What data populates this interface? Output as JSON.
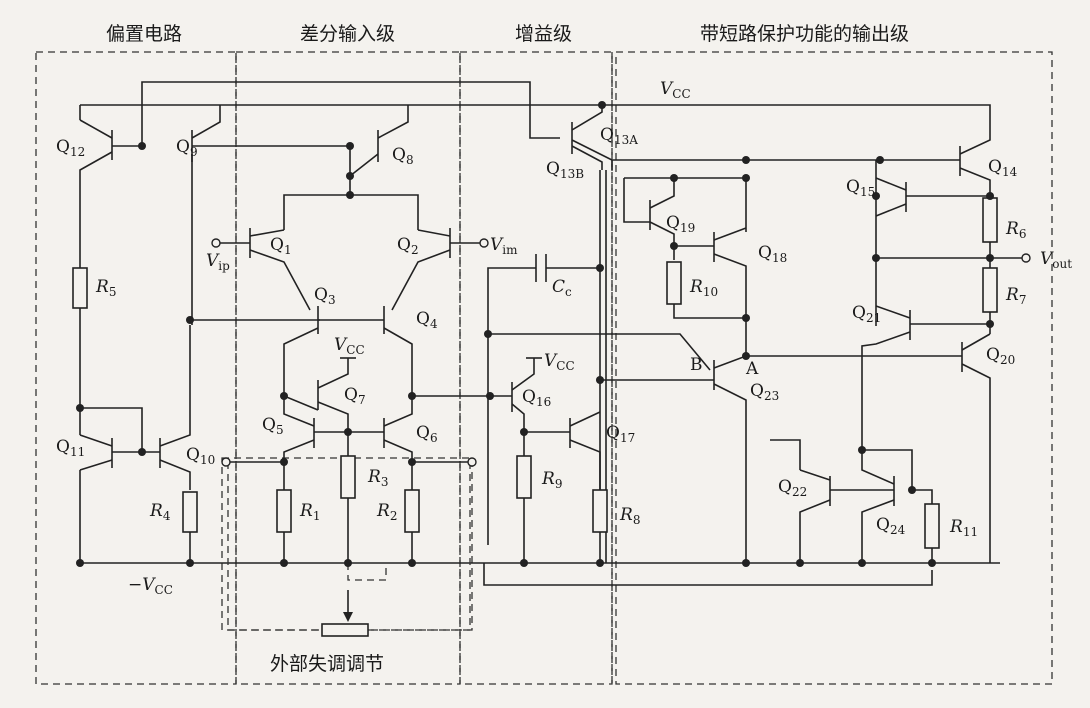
{
  "sections": {
    "bias": "偏置电路",
    "diff": "差分输入级",
    "gain": "增益级",
    "output": "带短路保护功能的输出级",
    "offset": "外部失调调节"
  },
  "nets": {
    "vcc": "VCC",
    "vee": "−VCC",
    "vip": "Vip",
    "vim": "Vim",
    "vout": "Vout",
    "node_a": "A",
    "node_b": "B"
  },
  "transistors": [
    "Q1",
    "Q2",
    "Q3",
    "Q4",
    "Q5",
    "Q6",
    "Q7",
    "Q8",
    "Q9",
    "Q10",
    "Q11",
    "Q12",
    "Q13A",
    "Q13B",
    "Q14",
    "Q15",
    "Q16",
    "Q17",
    "Q18",
    "Q19",
    "Q20",
    "Q21",
    "Q22",
    "Q23",
    "Q24"
  ],
  "resistors": [
    "R1",
    "R2",
    "R3",
    "R4",
    "R5",
    "R6",
    "R7",
    "R8",
    "R9",
    "R10",
    "R11"
  ],
  "capacitor": "Cc"
}
